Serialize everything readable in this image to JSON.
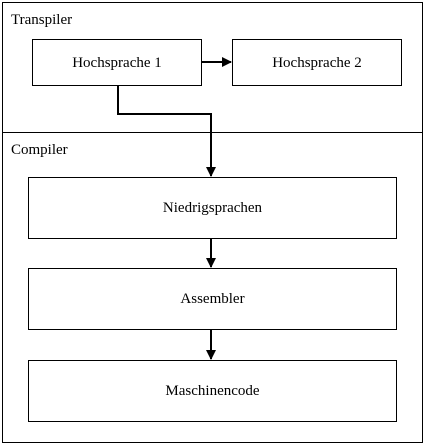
{
  "sections": {
    "transpiler": {
      "label": "Transpiler"
    },
    "compiler": {
      "label": "Compiler"
    }
  },
  "nodes": {
    "hochsprache1": "Hochsprache 1",
    "hochsprache2": "Hochsprache 2",
    "niedrigsprachen": "Niedrigsprachen",
    "assembler": "Assembler",
    "maschinencode": "Maschinencode"
  },
  "edges": [
    {
      "from": "Hochsprache 1",
      "to": "Hochsprache 2"
    },
    {
      "from": "Hochsprache 1",
      "to": "Niedrigsprachen"
    },
    {
      "from": "Niedrigsprachen",
      "to": "Assembler"
    },
    {
      "from": "Assembler",
      "to": "Maschinencode"
    }
  ],
  "colors": {
    "stroke": "#000000",
    "background": "#ffffff"
  }
}
